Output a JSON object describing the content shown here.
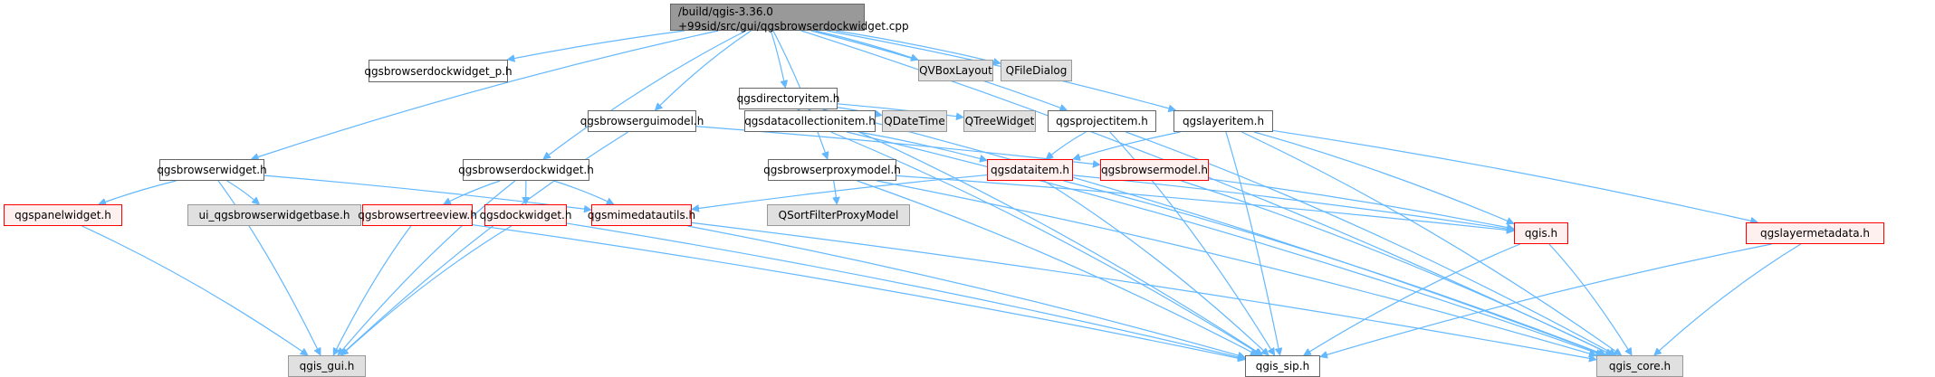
{
  "diagram": {
    "type": "include-dependency-graph",
    "root": {
      "id": "root",
      "line1": "/build/qgis-3.36.0",
      "line2": "+99sid/src/gui/qgsbrowserdockwidget.cpp"
    },
    "nodes": [
      {
        "id": "qgsbrowserdockwidget_p",
        "label": "qgsbrowserdockwidget_p.h",
        "kind": "normal"
      },
      {
        "id": "qgsdirectoryitem",
        "label": "qgsdirectoryitem.h",
        "kind": "normal"
      },
      {
        "id": "QVBoxLayout",
        "label": "QVBoxLayout",
        "kind": "external"
      },
      {
        "id": "QFileDialog",
        "label": "QFileDialog",
        "kind": "external"
      },
      {
        "id": "qgsbrowserguimodel",
        "label": "qgsbrowserguimodel.h",
        "kind": "normal"
      },
      {
        "id": "qgsdatacollectionitem",
        "label": "qgsdatacollectionitem.h",
        "kind": "normal"
      },
      {
        "id": "QDateTime",
        "label": "QDateTime",
        "kind": "external"
      },
      {
        "id": "QTreeWidget",
        "label": "QTreeWidget",
        "kind": "external"
      },
      {
        "id": "qgsprojectitem",
        "label": "qgsprojectitem.h",
        "kind": "normal"
      },
      {
        "id": "qgslayeritem",
        "label": "qgslayeritem.h",
        "kind": "normal"
      },
      {
        "id": "qgsbrowserwidget",
        "label": "qgsbrowserwidget.h",
        "kind": "normal"
      },
      {
        "id": "qgsbrowserdockwidget",
        "label": "qgsbrowserdockwidget.h",
        "kind": "normal"
      },
      {
        "id": "qgsbrowserproxymodel",
        "label": "qgsbrowserproxymodel.h",
        "kind": "normal"
      },
      {
        "id": "qgsdataitem",
        "label": "qgsdataitem.h",
        "kind": "truncated"
      },
      {
        "id": "qgsbrowsermodel",
        "label": "qgsbrowsermodel.h",
        "kind": "truncated"
      },
      {
        "id": "qgspanelwidget",
        "label": "qgspanelwidget.h",
        "kind": "truncated"
      },
      {
        "id": "ui_qgsbrowserwidgetbase",
        "label": "ui_qgsbrowserwidgetbase.h",
        "kind": "external"
      },
      {
        "id": "qgsbrowsertreeview",
        "label": "qgsbrowsertreeview.h",
        "kind": "truncated"
      },
      {
        "id": "qgsdockwidget",
        "label": "qgsdockwidget.h",
        "kind": "truncated"
      },
      {
        "id": "qgsmimedatautils",
        "label": "qgsmimedatautils.h",
        "kind": "truncated"
      },
      {
        "id": "QSortFilterProxyModel",
        "label": "QSortFilterProxyModel",
        "kind": "external"
      },
      {
        "id": "qgis",
        "label": "qgis.h",
        "kind": "truncated"
      },
      {
        "id": "qgslayermetadata",
        "label": "qgslayermetadata.h",
        "kind": "truncated"
      },
      {
        "id": "qgis_gui",
        "label": "qgis_gui.h",
        "kind": "external"
      },
      {
        "id": "qgis_sip",
        "label": "qgis_sip.h",
        "kind": "normal"
      },
      {
        "id": "qgis_core",
        "label": "qgis_core.h",
        "kind": "external"
      }
    ],
    "edges": [
      [
        "root",
        "qgsbrowserdockwidget_p"
      ],
      [
        "root",
        "qgsdirectoryitem"
      ],
      [
        "root",
        "QVBoxLayout"
      ],
      [
        "root",
        "QFileDialog"
      ],
      [
        "root",
        "qgsbrowserguimodel"
      ],
      [
        "root",
        "qgsprojectitem"
      ],
      [
        "root",
        "qgslayeritem"
      ],
      [
        "root",
        "qgsbrowserwidget"
      ],
      [
        "root",
        "qgsbrowserdockwidget"
      ],
      [
        "root",
        "qgsbrowserproxymodel"
      ],
      [
        "root",
        "qgis_core"
      ],
      [
        "qgsdirectoryitem",
        "qgsdatacollectionitem"
      ],
      [
        "qgsdirectoryitem",
        "QDateTime"
      ],
      [
        "qgsdirectoryitem",
        "QTreeWidget"
      ],
      [
        "qgsdirectoryitem",
        "qgis_sip"
      ],
      [
        "qgsdirectoryitem",
        "qgis_core"
      ],
      [
        "qgsdatacollectionitem",
        "qgsdataitem"
      ],
      [
        "qgsdatacollectionitem",
        "qgis_sip"
      ],
      [
        "qgsdatacollectionitem",
        "qgis_core"
      ],
      [
        "qgsprojectitem",
        "qgsdataitem"
      ],
      [
        "qgsprojectitem",
        "qgis_sip"
      ],
      [
        "qgsprojectitem",
        "qgis_core"
      ],
      [
        "qgslayeritem",
        "qgsdataitem"
      ],
      [
        "qgslayeritem",
        "qgis"
      ],
      [
        "qgslayeritem",
        "qgslayermetadata"
      ],
      [
        "qgslayeritem",
        "qgis_sip"
      ],
      [
        "qgslayeritem",
        "qgis_core"
      ],
      [
        "qgsbrowserguimodel",
        "qgsbrowsermodel"
      ],
      [
        "qgsbrowserguimodel",
        "qgis_gui"
      ],
      [
        "qgsbrowserwidget",
        "qgspanelwidget"
      ],
      [
        "qgsbrowserwidget",
        "ui_qgsbrowserwidgetbase"
      ],
      [
        "qgsbrowserwidget",
        "qgsmimedatautils"
      ],
      [
        "qgsbrowserwidget",
        "qgis_gui"
      ],
      [
        "qgsbrowserdockwidget",
        "qgsbrowsertreeview"
      ],
      [
        "qgsbrowserdockwidget",
        "qgsdockwidget"
      ],
      [
        "qgsbrowserdockwidget",
        "qgsmimedatautils"
      ],
      [
        "qgsbrowserdockwidget",
        "qgis_gui"
      ],
      [
        "qgsbrowserproxymodel",
        "QSortFilterProxyModel"
      ],
      [
        "qgsbrowserproxymodel",
        "qgis"
      ],
      [
        "qgsbrowserproxymodel",
        "qgis_sip"
      ],
      [
        "qgsbrowserproxymodel",
        "qgis_core"
      ],
      [
        "qgsdataitem",
        "qgsmimedatautils"
      ],
      [
        "qgsdataitem",
        "qgis"
      ],
      [
        "qgsdataitem",
        "qgis_sip"
      ],
      [
        "qgsdataitem",
        "qgis_core"
      ],
      [
        "qgsbrowsermodel",
        "qgis"
      ],
      [
        "qgsbrowsermodel",
        "qgis_core"
      ],
      [
        "qgspanelwidget",
        "qgis_gui"
      ],
      [
        "qgsbrowsertreeview",
        "qgis_gui"
      ],
      [
        "qgsbrowsertreeview",
        "qgis_sip"
      ],
      [
        "qgsdockwidget",
        "qgis_gui"
      ],
      [
        "qgsdockwidget",
        "qgis_sip"
      ],
      [
        "qgsmimedatautils",
        "qgis_sip"
      ],
      [
        "qgsmimedatautils",
        "qgis_core"
      ],
      [
        "qgis",
        "qgis_sip"
      ],
      [
        "qgis",
        "qgis_core"
      ],
      [
        "qgslayermetadata",
        "qgis_sip"
      ],
      [
        "qgslayermetadata",
        "qgis_core"
      ]
    ]
  },
  "colors": {
    "edge": "#63b8ff",
    "root_fill": "#999999",
    "external_fill": "#e0e0e0",
    "truncated_border": "#ff0000",
    "truncated_fill": "#fff0f0"
  }
}
